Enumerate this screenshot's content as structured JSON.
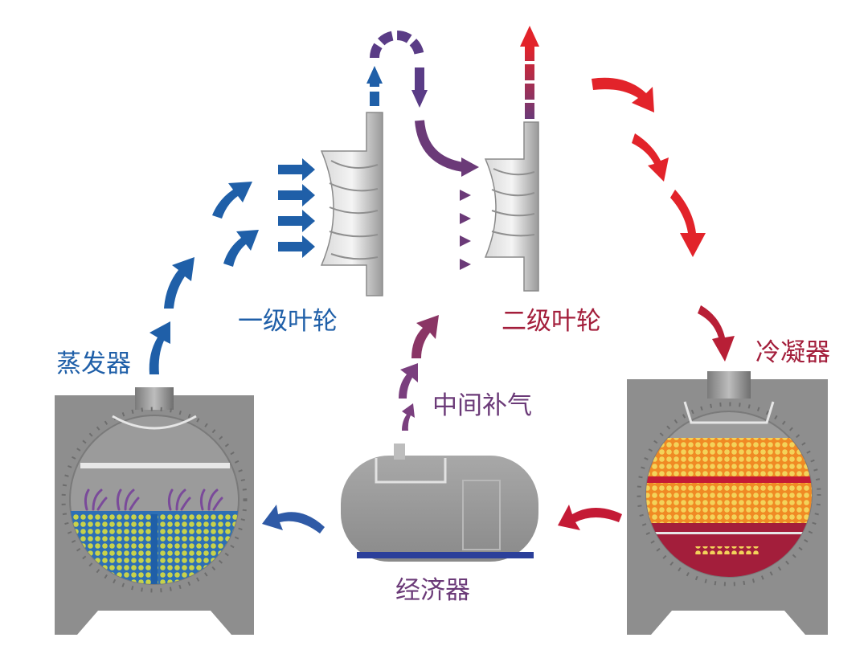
{
  "labels": {
    "stage1_impeller": "一级叶轮",
    "stage2_impeller": "二级叶轮",
    "evaporator": "蒸发器",
    "condenser": "冷凝器",
    "economizer": "经济器",
    "intermediate_injection": "中间补气"
  },
  "colors": {
    "blue": "#1f5fa8",
    "purple": "#6b3a78",
    "crimson": "#a31e3b",
    "red": "#e2232a",
    "steel": "#8c8c8c",
    "orange": "#f08a24",
    "yellow": "#f3d35a"
  }
}
